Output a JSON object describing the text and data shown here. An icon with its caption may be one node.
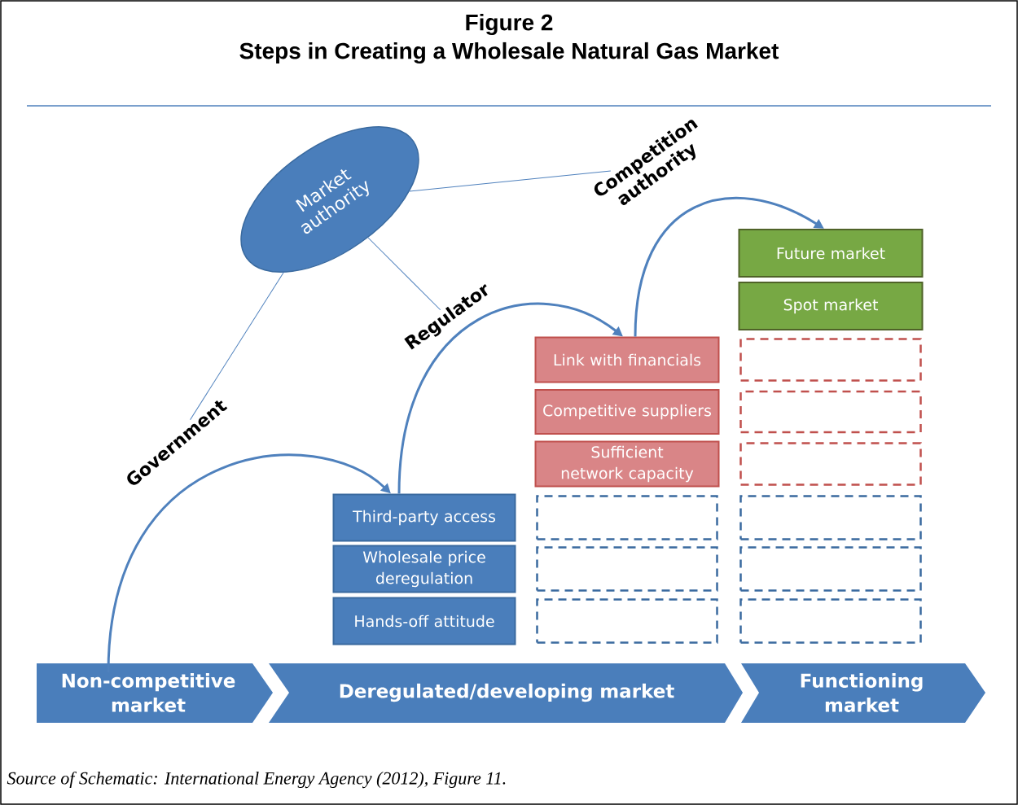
{
  "diagram": {
    "title": "Figure 2",
    "labels": [
      "Steps in Creating a Wholesale Natural Gas Market"
    ],
    "caption": "Source of Schematic: International Energy Agency (2012), Figure 11.",
    "nodes": [
      {
        "text": [
          "Market authority"
        ]
      },
      {
        "text": [
          "Government"
        ]
      },
      {
        "text": [
          "Regulator"
        ]
      },
      {
        "text": [
          "Competition authority"
        ]
      },
      {
        "text": [
          "Third-party access"
        ]
      },
      {
        "text": [
          "Wholesale price deregulation"
        ]
      },
      {
        "text": [
          "Hands-off attitude"
        ]
      },
      {
        "text": [
          "Link with financials"
        ]
      },
      {
        "text": [
          "Competitive suppliers"
        ]
      },
      {
        "text": [
          "Sufficient network capacity"
        ]
      },
      {
        "text": [],
        "shape": "box"
      },
      {
        "text": [],
        "shape": "box"
      },
      {
        "text": [],
        "shape": "box"
      },
      {
        "text": [
          "Future market"
        ]
      },
      {
        "text": [
          "Spot market"
        ]
      },
      {
        "text": [],
        "shape": "box"
      },
      {
        "text": [],
        "shape": "box"
      },
      {
        "text": [],
        "shape": "box"
      },
      {
        "text": [],
        "shape": "box"
      },
      {
        "text": [],
        "shape": "box"
      },
      {
        "text": [],
        "shape": "box"
      },
      {
        "text": [
          "Non-competitive market"
        ]
      },
      {
        "text": [
          "Deregulated/developing market"
        ]
      },
      {
        "text": [
          "Functioning market"
        ]
      }
    ],
    "edges": [
      {
        "from": 0,
        "to": 1,
        "arrow": "none"
      },
      {
        "from": 0,
        "to": 2,
        "arrow": "none"
      },
      {
        "from": 0,
        "to": 3,
        "arrow": "none"
      },
      {
        "from": 21,
        "to": 4,
        "arrow": "to",
        "style": "thick"
      },
      {
        "from": 4,
        "to": 7,
        "arrow": "to",
        "style": "thick"
      },
      {
        "from": 7,
        "to": 13,
        "arrow": "to",
        "style": "thick"
      }
    ]
  }
}
